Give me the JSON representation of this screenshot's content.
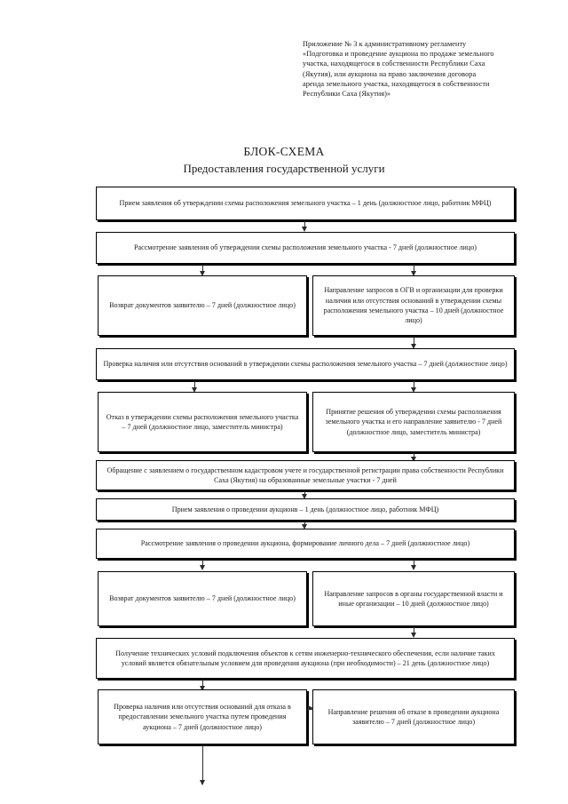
{
  "document": {
    "appendix_note": "Приложение № 3 к административному регламенту  «Подготовка и проведение аукциона по продаже земельного участка, находящегося в собственности Республики Саха (Якутия), или аукциона на право заключения договора аренда земельного участка, находящегося в собственности Республики Саха (Якутия)»",
    "title": "БЛОК-СХЕМА",
    "subtitle": "Предоставления государственной услуги"
  },
  "flowchart": {
    "type": "flowchart",
    "orientation": "top-to-bottom",
    "nodes": [
      {
        "id": "n1",
        "text": "Прием заявления об утверждении схемы расположения земельного участка – 1 день (должностное лицо, работник МФЦ)",
        "span": "full"
      },
      {
        "id": "n2",
        "text": "Рассмотрение заявления об утверждении схемы расположения земельного участка - 7 дней (должностное лицо)",
        "span": "full"
      },
      {
        "id": "n3",
        "text": "Возврат документов заявителю – 7 дней (должностное лицо)",
        "span": "left"
      },
      {
        "id": "n4",
        "text": "Направление запросов в ОГВ и организации для проверки наличия или отсутствия оснований в утверждении схемы расположения земельного участка – 10 дней (должностное лицо)",
        "span": "right"
      },
      {
        "id": "n5",
        "text": "Проверка наличия или отсутствия оснований в утверждении схемы расположения земельного участка – 7 дней (должностное лицо)",
        "span": "full"
      },
      {
        "id": "n6",
        "text": "Отказ в утверждении схемы расположения земельного участка – 7 дней (должностное лицо, заместитель министра)",
        "span": "left"
      },
      {
        "id": "n7",
        "text": "Принятие решения об утверждении схемы расположения земельного участка и его направление заявителю - 7 дней (должностное лицо, заместитель министра)",
        "span": "right"
      },
      {
        "id": "n8",
        "text": "Обращение с заявлением о государственном кадастровом учете и государственной регистрации права собственности Республики Саха (Якутия) на образованные земельные участки - 7 дней",
        "span": "full"
      },
      {
        "id": "n9",
        "text": "Прием заявления о проведении аукционв – 1 день (должностное лицо, работник МФЦ)",
        "span": "full"
      },
      {
        "id": "n10",
        "text": "Рассмотрение заявления о проведении аукциона, формирование личного дела – 7 дней (должностное лицо)",
        "span": "full"
      },
      {
        "id": "n11",
        "text": "Возврат документов заявителю – 7 дней (должностное лицо)",
        "span": "left"
      },
      {
        "id": "n12",
        "text": "Направление запросов в органы государственной власти и иные организации – 10 дней (должностное лицо)",
        "span": "right"
      },
      {
        "id": "n13",
        "text": "Получение технических условий подключения объектов к сетям инженерно-технического обеспечения, если наличие таких условий является обязательным условием для проведения аукциона (при необходимости) – 21 день (должностное лицо)",
        "span": "full"
      },
      {
        "id": "n14",
        "text": "Проверка наличия или отсутствия оснований для отказа в предоставлении земельного участка путем проведения аукциона – 7 дней (должностное лицо)",
        "span": "left"
      },
      {
        "id": "n15",
        "text": "Направление решения об отказе в проведении аукциона заявителю – 7 дней (должностное лицо)",
        "span": "right"
      }
    ]
  }
}
